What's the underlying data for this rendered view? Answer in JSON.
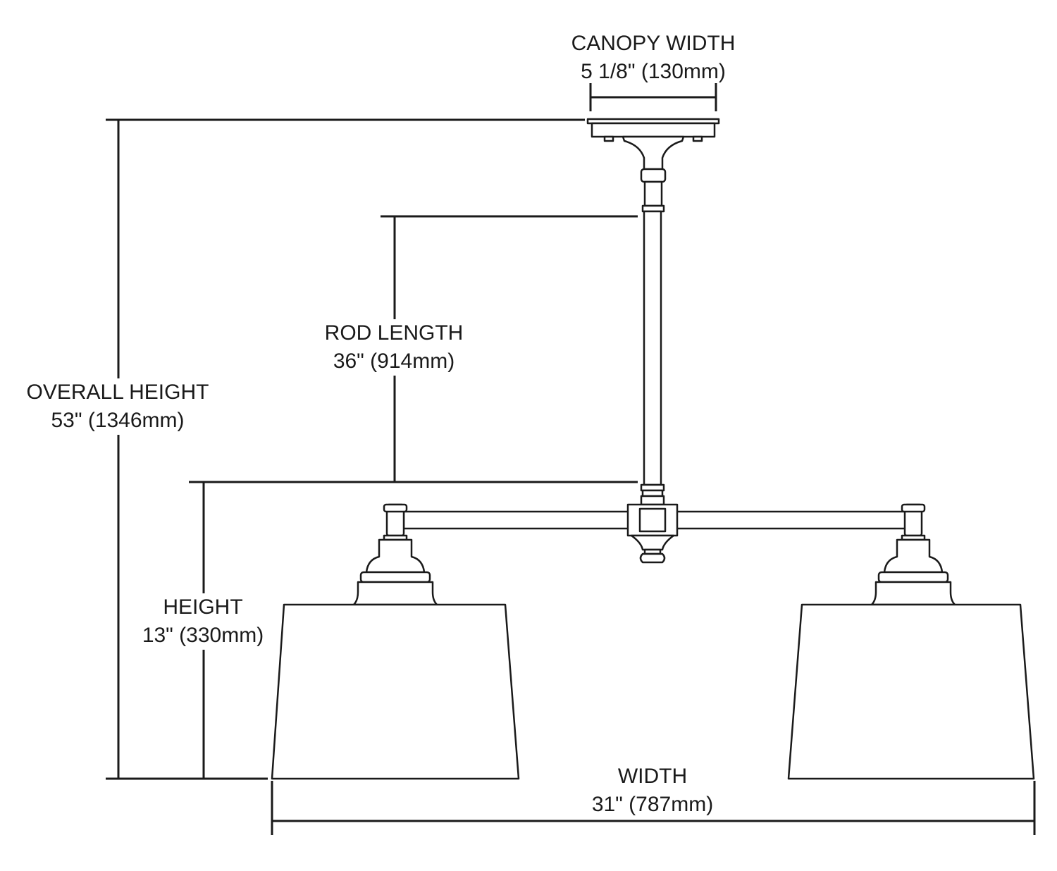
{
  "dimensions": {
    "canopy_width": {
      "title": "CANOPY WIDTH",
      "value": "5 1/8\" (130mm)"
    },
    "rod_length": {
      "title": "ROD LENGTH",
      "value": "36\" (914mm)"
    },
    "overall_height": {
      "title": "OVERALL HEIGHT",
      "value": "53\" (1346mm)"
    },
    "height": {
      "title": "HEIGHT",
      "value": "13\" (330mm)"
    },
    "width": {
      "title": "WIDTH",
      "value": "31\" (787mm)"
    }
  }
}
